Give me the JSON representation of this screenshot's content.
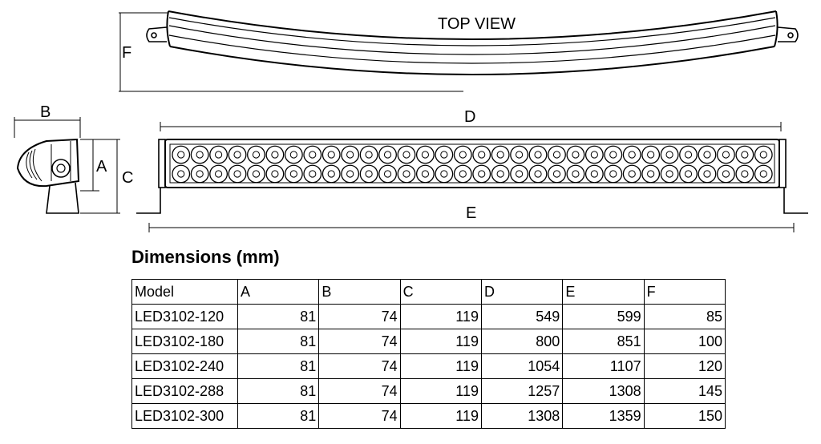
{
  "drawing": {
    "top_view_label": "TOP VIEW",
    "labels": {
      "a": "A",
      "b": "B",
      "c": "C",
      "d": "D",
      "e": "E",
      "f": "F"
    },
    "led_rows": 2,
    "leds_per_row": 32
  },
  "dimensions": {
    "heading": "Dimensions (mm)",
    "columns": [
      "Model",
      "A",
      "B",
      "C",
      "D",
      "E",
      "F"
    ],
    "rows": [
      {
        "model": "LED3102-120",
        "a": "81",
        "b": "74",
        "c": "119",
        "d": "549",
        "e": "599",
        "f": "85"
      },
      {
        "model": "LED3102-180",
        "a": "81",
        "b": "74",
        "c": "119",
        "d": "800",
        "e": "851",
        "f": "100"
      },
      {
        "model": "LED3102-240",
        "a": "81",
        "b": "74",
        "c": "119",
        "d": "1054",
        "e": "1107",
        "f": "120"
      },
      {
        "model": "LED3102-288",
        "a": "81",
        "b": "74",
        "c": "119",
        "d": "1257",
        "e": "1308",
        "f": "145"
      },
      {
        "model": "LED3102-300",
        "a": "81",
        "b": "74",
        "c": "119",
        "d": "1308",
        "e": "1359",
        "f": "150"
      }
    ]
  }
}
